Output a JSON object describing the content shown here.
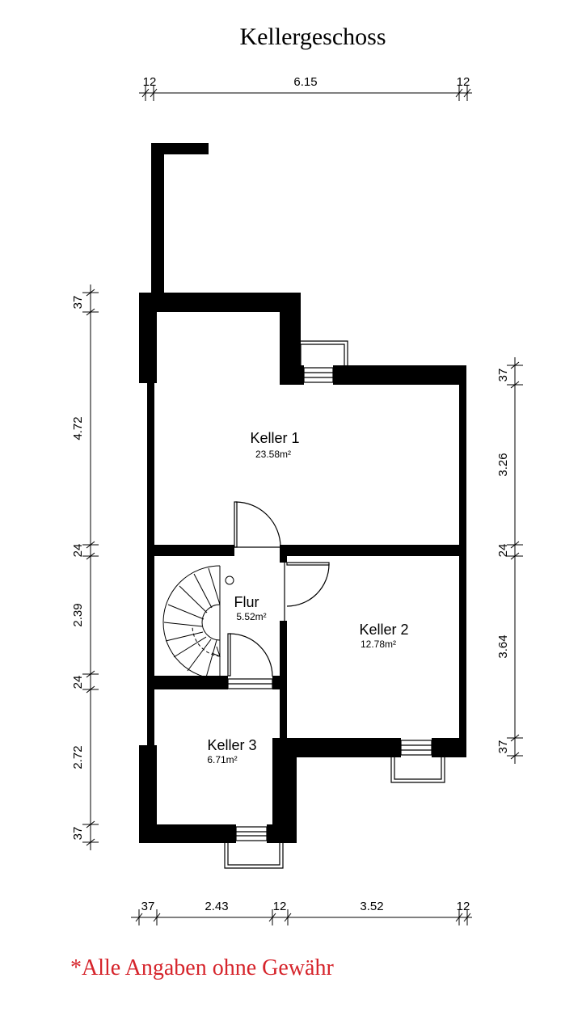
{
  "title": "Kellergeschoss",
  "disclaimer": "*Alle Angaben ohne Gewähr",
  "colors": {
    "wall": "#000000",
    "dimension": "#000000",
    "disclaimer": "#d6242b",
    "background": "#ffffff"
  },
  "dimensions": {
    "top": [
      "12",
      "6.15",
      "12"
    ],
    "bottom": [
      "37",
      "2.43",
      "12",
      "3.52",
      "12"
    ],
    "left": [
      "37",
      "4.72",
      "24",
      "2.39",
      "24",
      "2.72",
      "37"
    ],
    "right": [
      "37",
      "3.26",
      "24",
      "3.64",
      "37"
    ]
  },
  "rooms": [
    {
      "name": "Keller 1",
      "area": "23.58m²"
    },
    {
      "name": "Flur",
      "area": "5.52m²"
    },
    {
      "name": "Keller 2",
      "area": "12.78m²"
    },
    {
      "name": "Keller 3",
      "area": "6.71m²"
    }
  ]
}
